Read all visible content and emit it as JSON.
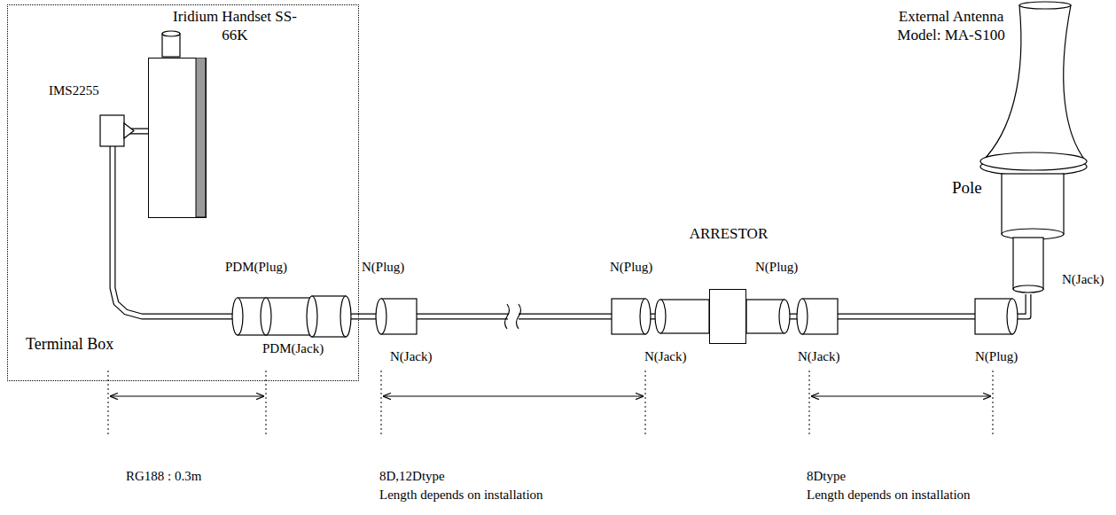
{
  "diagram": {
    "nodes": [
      {
        "text": [
          "Terminal Box"
        ]
      },
      {
        "text": [
          "Iridium Handset SS-66K"
        ],
        "in": 0
      },
      {
        "text": [
          "ARRESTOR"
        ]
      },
      {
        "text": [
          "External Antenna Model: MA-S100"
        ]
      }
    ],
    "edges": [
      {
        "from": 1,
        "to": 2,
        "arrow": "none"
      },
      {
        "from": 2,
        "to": 3,
        "arrow": "none"
      }
    ],
    "labels": [
      "IMS2255",
      "PDM(Plug)",
      "PDM(Jack)",
      "N(Plug)",
      "N(Jack)",
      "N(Plug)",
      "N(Jack)",
      "N(Plug)",
      "N(Jack)",
      "N(Plug)",
      "N(Jack)",
      "Pole",
      "RG188 : 0.3m",
      "8D,12Dtype",
      "Length depends on installation",
      "8Dtype",
      "Length depends on installation"
    ]
  }
}
